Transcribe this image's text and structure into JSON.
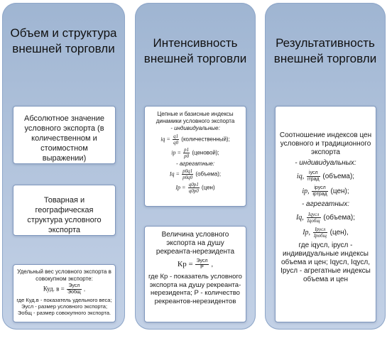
{
  "columns": [
    {
      "title": "Объем и структура внешней торговли",
      "cards": [
        {
          "text": "Абсолютное значение условного экспорта (в количественном и стоимостном выражении)"
        },
        {
          "text": "Товарная и географическая структура условного экспорта"
        },
        {
          "intro": "Удельный вес условного экспорта в совокупном экспорте:",
          "formula_lhs": "Куд. в =",
          "formula_num": "Эусл",
          "formula_den": "Эобщ",
          "formula_tail": ",",
          "legend": "где Куд.в - показатель удельного веса; Эусл - размер условного экспорта; Эобщ - размер совокупного экспорта."
        }
      ]
    },
    {
      "title": "Интенсивность внешней торговли",
      "cards": [
        {
          "intro": "Цепные и базисные индексы динамики условного экспорта",
          "individual_label": "- индивидуальные:",
          "iq_lhs": "iq =",
          "iq_num": "q1",
          "iq_den": "q0",
          "iq_tail": "(количественный);",
          "ip_lhs": "ip =",
          "ip_num": "p1",
          "ip_den": "p0",
          "ip_tail": "(ценовой);",
          "aggregate_label": "- агрегатные:",
          "Iq_lhs": "Iq =",
          "Iq_num": "p0q1",
          "Iq_den": "p0q0",
          "Iq_tail": "(объема);",
          "Ip_lhs": "Ip =",
          "Ip_num": "q0p1",
          "Ip_den": "q0p0",
          "Ip_tail": "(цен)"
        },
        {
          "intro": "Величина условного экспорта на душу рекреанта-нерезидента",
          "formula_lhs": "Кр =",
          "formula_num": "Эусл",
          "formula_den": "Р",
          "formula_tail": ",",
          "legend": "где Кр - показатель условного экспорта на душу рекреанта-нерезидента; Р - количество рекреантов-нерезидентов"
        }
      ]
    },
    {
      "title": "Результативность внешней торговли",
      "cards": [
        {
          "intro": "Соотношение индексов цен условного и традиционного экспорта",
          "individual_label": "- индивидуальных:",
          "iq_lhs": "iq,",
          "iq_num": "iусл",
          "iq_den": "iтрад",
          "iq_tail": "(объема);",
          "ip_lhs": "ip,",
          "ip_num": "iрусл",
          "ip_den": "iртрад",
          "ip_tail": "(цен);",
          "aggregate_label": "- агрегатных:",
          "Iq_lhs": "Iq,",
          "Iq_num": "Iqусл",
          "Iq_den": "Iqобщ",
          "Iq_tail": "(объема);",
          "Ip_lhs": "Ip,",
          "Ip_num": "Iрусл",
          "Ip_den": "Iробщ",
          "Ip_tail": "(цен),",
          "legend": "где iqусл, iрусл - индивидуальные индексы объема и цен; Iqусл, Iqусл, Iрусл - агрегатные индексы объема и цен"
        }
      ]
    }
  ]
}
